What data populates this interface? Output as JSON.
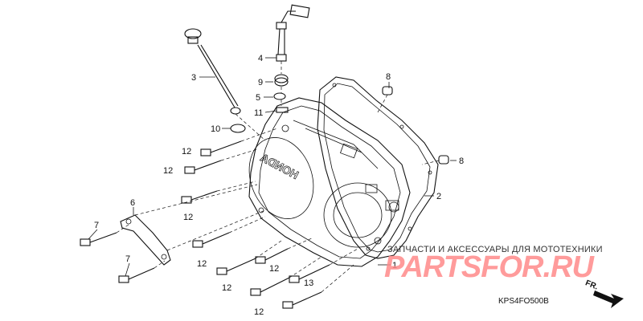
{
  "diagram": {
    "brand_on_cover": "HONDA",
    "diagram_code": "KPS4FO500B",
    "direction_label": "FR.",
    "callouts": [
      "1",
      "2",
      "3",
      "4",
      "5",
      "6",
      "7",
      "7",
      "8",
      "8",
      "9",
      "10",
      "11",
      "12",
      "12",
      "12",
      "12",
      "12",
      "12",
      "12",
      "13"
    ]
  },
  "watermark": {
    "tagline": "ЗАПЧАСТИ И АКСЕССУАРЫ ДЛЯ МОТОТЕХНИКИ",
    "logo": "PARTSFOR.RU"
  },
  "colors": {
    "lines": "#111111",
    "watermark": "#ff8a8a",
    "background": "#ffffff"
  }
}
